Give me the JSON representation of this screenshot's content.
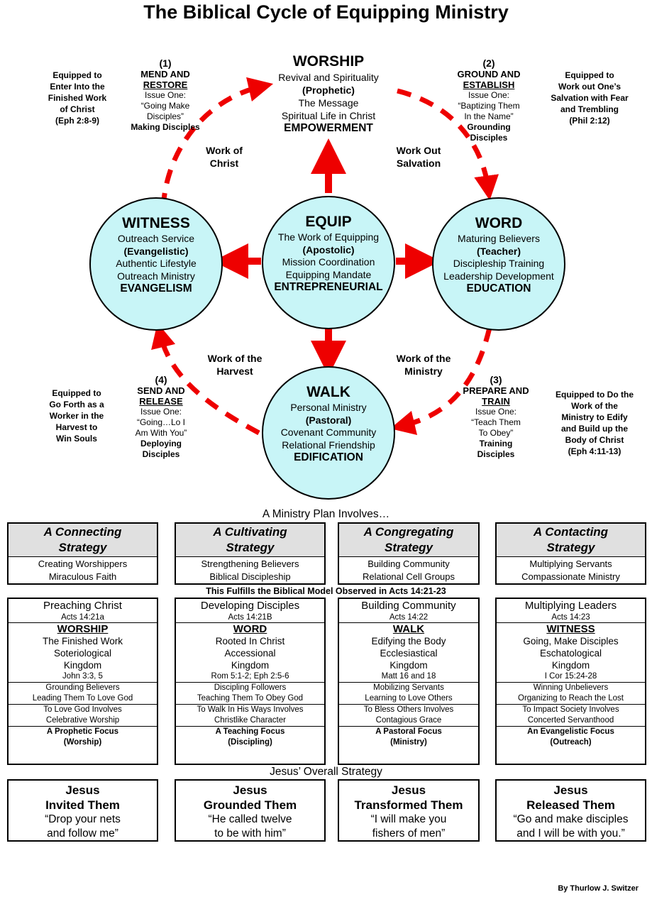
{
  "title": "The Biblical Cycle of Equipping Ministry",
  "circles": {
    "witness": {
      "head": "WITNESS",
      "lines": [
        "Outreach Service"
      ],
      "bold_paren": "(Evangelistic)",
      "lines2": [
        "Authentic Lifestyle",
        "Outreach Ministry"
      ],
      "foot": "EVANGELISM"
    },
    "equip": {
      "head": "EQUIP",
      "lines": [
        "The Work of Equipping"
      ],
      "bold_paren": "(Apostolic)",
      "lines2": [
        "Mission Coordination",
        "Equipping Mandate"
      ],
      "foot": "ENTREPRENEURIAL"
    },
    "word": {
      "head": "WORD",
      "lines": [
        "Maturing Believers"
      ],
      "bold_paren": "(Teacher)",
      "lines2": [
        "Discipleship Training",
        "Leadership Development"
      ],
      "foot": "EDUCATION"
    },
    "walk": {
      "head": "WALK",
      "lines": [
        "Personal Ministry"
      ],
      "bold_paren": "(Pastoral)",
      "lines2": [
        "Covenant Community",
        "Relational Friendship"
      ],
      "foot": "EDIFICATION"
    }
  },
  "worship_top": {
    "head": "WORSHIP",
    "l1": "Revival and Spirituality",
    "paren": "(Prophetic)",
    "l2": "The Message",
    "l3": "Spiritual Life in Christ",
    "foot": "EMPOWERMENT"
  },
  "stages": [
    {
      "num": "(1)",
      "t1": "MEND AND",
      "t2": "RESTORE",
      "issue": "Issue One:",
      "q1": "“Going Make",
      "q2": "Disciples”",
      "b1": "Making Disciples",
      "b2": ""
    },
    {
      "num": "(2)",
      "t1": "GROUND AND",
      "t2": "ESTABLISH",
      "issue": "Issue One:",
      "q1": "“Baptizing Them",
      "q2": "In the Name”",
      "b1": "Grounding",
      "b2": "Disciples"
    },
    {
      "num": "(3)",
      "t1": "PREPARE AND",
      "t2": "TRAIN",
      "issue": "Issue One:",
      "q1": "“Teach Them",
      "q2": "To Obey”",
      "b1": "Training",
      "b2": "Disciples"
    },
    {
      "num": "(4)",
      "t1": "SEND AND",
      "t2": "RELEASE",
      "issue": "Issue One:",
      "q1": "“Going…Lo I",
      "q2": "Am With You”",
      "b1": "Deploying",
      "b2": "Disciples"
    }
  ],
  "notes": {
    "tl": [
      "Equipped to",
      "Enter Into the",
      "Finished Work",
      "of Christ",
      "(Eph 2:8-9)"
    ],
    "tr": [
      "Equipped to",
      "Work out One’s",
      "Salvation with Fear",
      "and Trembling",
      "(Phil 2:12)"
    ],
    "bl": [
      "Equipped to",
      "Go Forth as a",
      "Worker in the",
      "Harvest to",
      "Win Souls"
    ],
    "br": [
      "Equipped to Do the",
      "Work of the",
      "Ministry to Edify",
      "and Build up the",
      "Body of Christ",
      "(Eph 4:11-13)"
    ]
  },
  "work_labels": {
    "christ": [
      "Work of",
      "Christ"
    ],
    "salvation": [
      "Work Out",
      "Salvation"
    ],
    "harvest": [
      "Work of the",
      "Harvest"
    ],
    "ministry": [
      "Work of the",
      "Ministry"
    ]
  },
  "plan_title": "A Ministry Plan Involves…",
  "strategies": [
    {
      "head": [
        "A Connecting",
        "Strategy"
      ],
      "lines": [
        "Creating Worshippers",
        "Miraculous Faith"
      ]
    },
    {
      "head": [
        "A Cultivating",
        "Strategy"
      ],
      "lines": [
        "Strengthening Believers",
        "Biblical Discipleship"
      ]
    },
    {
      "head": [
        "A Congregating",
        "Strategy"
      ],
      "lines": [
        "Building Community",
        "Relational Cell Groups"
      ]
    },
    {
      "head": [
        "A Contacting",
        "Strategy"
      ],
      "lines": [
        "Multiplying Servants",
        "Compassionate Ministry"
      ]
    }
  ],
  "fulfills_title": "This Fulfills the Biblical Model Observed in Acts 14:21-23",
  "models": [
    {
      "top": "Preaching Christ",
      "ref": "Acts 14:21a",
      "key": "WORSHIP",
      "k": [
        "The Finished Work",
        "Soteriological",
        "Kingdom"
      ],
      "kref": "John 3:3, 5",
      "r1": [
        "Grounding Believers",
        "Leading Them To Love God"
      ],
      "r2": [
        "To Love God Involves",
        "Celebrative Worship"
      ],
      "focus": [
        "A Prophetic Focus",
        "(Worship)"
      ]
    },
    {
      "top": "Developing Disciples",
      "ref": "Acts 14:21B",
      "key": "WORD",
      "k": [
        "Rooted In Christ",
        "Accessional",
        "Kingdom"
      ],
      "kref": "Rom 5:1-2; Eph 2:5-6",
      "r1": [
        "Discipling Followers",
        "Teaching Them To Obey God"
      ],
      "r2": [
        "To Walk In His Ways Involves",
        "Christlike Character"
      ],
      "focus": [
        "A Teaching Focus",
        "(Discipling)"
      ]
    },
    {
      "top": "Building Community",
      "ref": "Acts 14:22",
      "key": "WALK",
      "k": [
        "Edifying the Body",
        "Ecclesiastical",
        "Kingdom"
      ],
      "kref": "Matt 16 and 18",
      "r1": [
        "Mobilizing Servants",
        "Learning to Love Others"
      ],
      "r2": [
        "To Bless Others Involves",
        "Contagious Grace"
      ],
      "focus": [
        "A Pastoral Focus",
        "(Ministry)"
      ]
    },
    {
      "top": "Multiplying Leaders",
      "ref": "Acts 14:23",
      "key": "WITNESS",
      "k": [
        "Going, Make Disciples",
        "Eschatological",
        "Kingdom"
      ],
      "kref": "I Cor 15:24-28",
      "r1": [
        "Winning Unbelievers",
        "Organizing to Reach the Lost"
      ],
      "r2": [
        "To Impact Society Involves",
        "Concerted Servanthood"
      ],
      "focus": [
        "An Evangelistic Focus",
        "(Outreach)"
      ]
    }
  ],
  "jesus_title": "Jesus’ Overall Strategy",
  "jesus": [
    {
      "a": "Jesus",
      "b": "Invited Them",
      "q1": "“Drop your nets",
      "q2": "and follow me”"
    },
    {
      "a": "Jesus",
      "b": "Grounded Them",
      "q1": "“He called twelve",
      "q2": "to be with him”"
    },
    {
      "a": "Jesus",
      "b": "Transformed Them",
      "q1": "“I will make you",
      "q2": "fishers of men”"
    },
    {
      "a": "Jesus",
      "b": "Released Them",
      "q1": "“Go and make disciples",
      "q2": "and I will be with you.”"
    }
  ],
  "credit": "By Thurlow J. Switzer",
  "colors": {
    "arrow": "#ee0000",
    "circle": "#c8f5f7",
    "header": "#e0e0e0"
  }
}
